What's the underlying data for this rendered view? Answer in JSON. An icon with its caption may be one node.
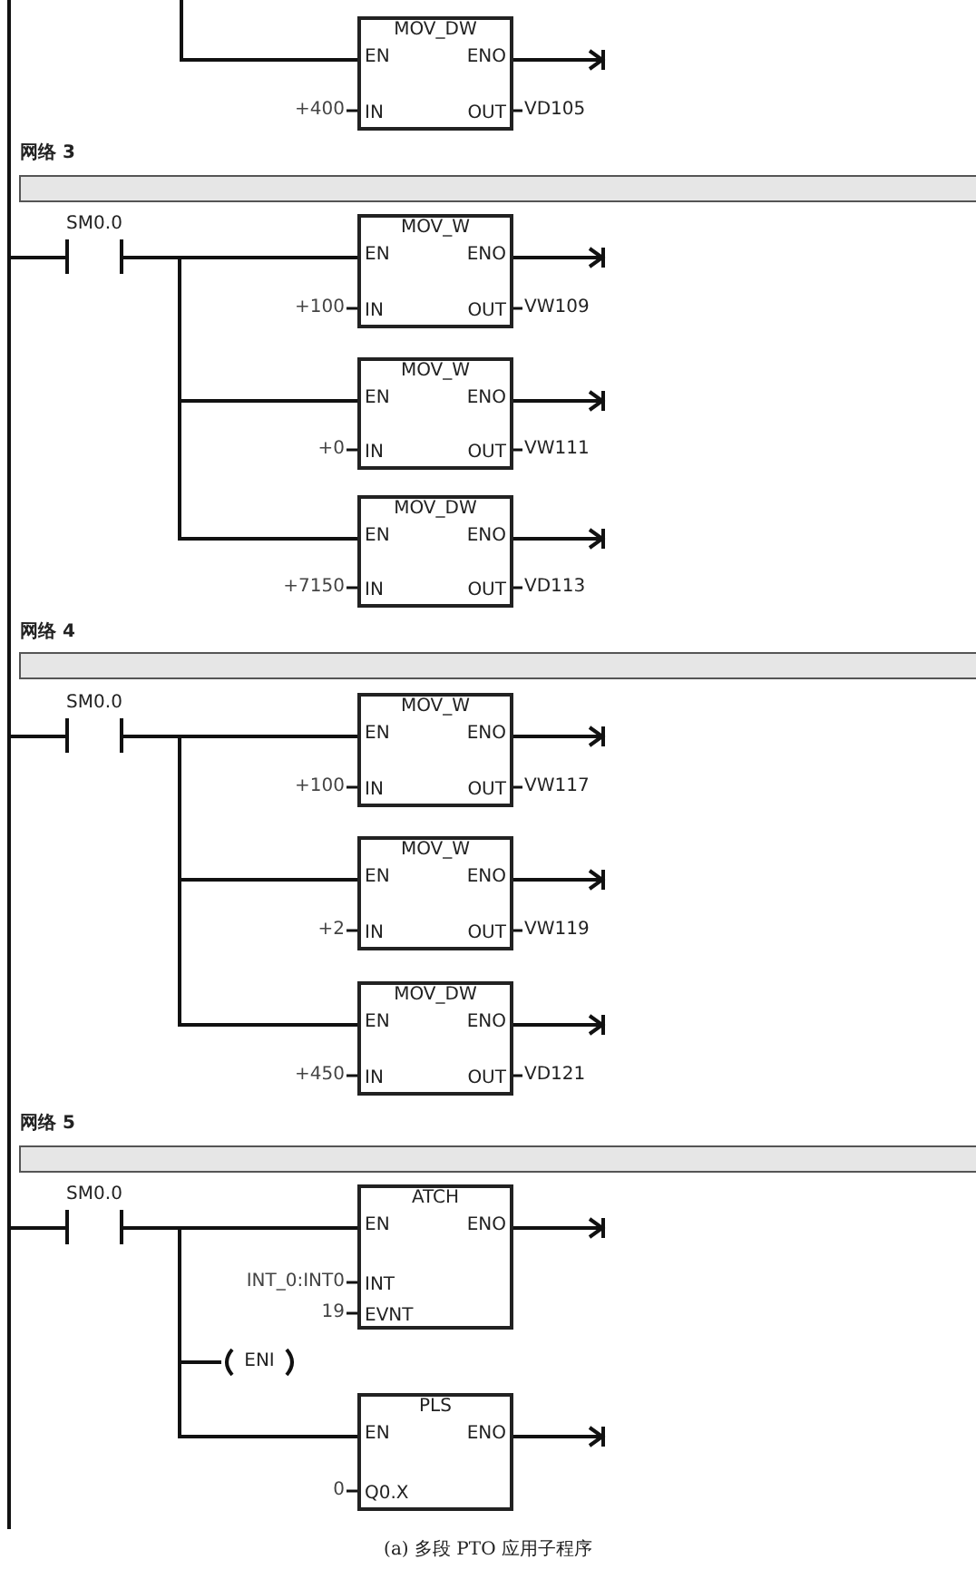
{
  "diagram": {
    "caption": "(a) 多段 PTO 应用子程序",
    "nodes": [
      {
        "text": [
          "MOV_DW",
          "EN",
          "ENO",
          "IN",
          "OUT"
        ],
        "beside": [
          "+400",
          "VD105"
        ]
      },
      {
        "text": [],
        "shape": "bar"
      },
      {
        "text": [
          "SM0.0"
        ]
      },
      {
        "text": [
          "MOV_W",
          "EN",
          "ENO",
          "IN",
          "OUT"
        ],
        "beside": [
          "+100",
          "VW109"
        ]
      },
      {
        "text": [
          "MOV_W",
          "EN",
          "ENO",
          "IN",
          "OUT"
        ],
        "beside": [
          "+0",
          "VW111"
        ]
      },
      {
        "text": [
          "MOV_DW",
          "EN",
          "ENO",
          "IN",
          "OUT"
        ],
        "beside": [
          "+7150",
          "VD113"
        ]
      },
      {
        "text": [],
        "shape": "bar"
      },
      {
        "text": [
          "SM0.0"
        ]
      },
      {
        "text": [
          "MOV_W",
          "EN",
          "ENO",
          "IN",
          "OUT"
        ],
        "beside": [
          "+100",
          "VW117"
        ]
      },
      {
        "text": [
          "MOV_W",
          "EN",
          "ENO",
          "IN",
          "OUT"
        ],
        "beside": [
          "+2",
          "VW119"
        ]
      },
      {
        "text": [
          "MOV_DW",
          "EN",
          "ENO",
          "IN",
          "OUT"
        ],
        "beside": [
          "+450",
          "VD121"
        ]
      },
      {
        "text": [],
        "shape": "bar"
      },
      {
        "text": [
          "SM0.0"
        ]
      },
      {
        "text": [
          "ATCH",
          "EN",
          "ENO",
          "INT",
          "EVNT"
        ],
        "beside": [
          "INT_0:INT0",
          "19"
        ]
      },
      {
        "text": [
          "ENI"
        ]
      },
      {
        "text": [
          "PLS",
          "EN",
          "ENO",
          "Q0.X"
        ],
        "beside": [
          "0"
        ]
      }
    ],
    "edges": [
      {
        "from": null,
        "to": 0,
        "arrow": "none"
      },
      {
        "from": 0,
        "to": null,
        "arrow": "to"
      },
      {
        "from": null,
        "to": 2,
        "arrow": "none"
      },
      {
        "from": 2,
        "to": 3,
        "arrow": "none"
      },
      {
        "from": 2,
        "to": 4,
        "arrow": "none"
      },
      {
        "from": 2,
        "to": 5,
        "arrow": "none"
      },
      {
        "from": 3,
        "to": null,
        "arrow": "to"
      },
      {
        "from": 4,
        "to": null,
        "arrow": "to"
      },
      {
        "from": 5,
        "to": null,
        "arrow": "to"
      },
      {
        "from": null,
        "to": 7,
        "arrow": "none"
      },
      {
        "from": 7,
        "to": 8,
        "arrow": "none"
      },
      {
        "from": 7,
        "to": 9,
        "arrow": "none"
      },
      {
        "from": 7,
        "to": 10,
        "arrow": "none"
      },
      {
        "from": 8,
        "to": null,
        "arrow": "to"
      },
      {
        "from": 9,
        "to": null,
        "arrow": "to"
      },
      {
        "from": 10,
        "to": null,
        "arrow": "to"
      },
      {
        "from": null,
        "to": 12,
        "arrow": "none"
      },
      {
        "from": 12,
        "to": 13,
        "arrow": "none"
      },
      {
        "from": 12,
        "to": 14,
        "arrow": "none"
      },
      {
        "from": 12,
        "to": 15,
        "arrow": "none"
      },
      {
        "from": 13,
        "to": null,
        "arrow": "to"
      },
      {
        "from": 15,
        "to": null,
        "arrow": "to"
      }
    ],
    "labels": [
      "网络 3",
      "网络 4",
      "网络 5"
    ]
  }
}
